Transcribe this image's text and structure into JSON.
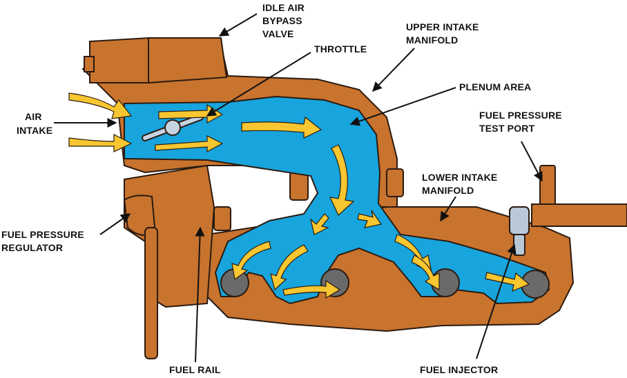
{
  "colors": {
    "manifold": "#c8732e",
    "manifold_dark": "#9a4f1a",
    "outline": "#2a1a10",
    "air_channel": "#18a4dc",
    "airflow_arrow": "#f8c630",
    "port": "#6a6a6a",
    "injector": "#b9c9d8",
    "label_text": "#111111"
  },
  "labels": {
    "idle_air_bypass_valve": [
      "IDLE AIR",
      "BYPASS",
      "VALVE"
    ],
    "throttle": [
      "THROTTLE"
    ],
    "upper_intake_manifold": [
      "UPPER INTAKE",
      "MANIFOLD"
    ],
    "plenum_area": [
      "PLENUM AREA"
    ],
    "air_intake": [
      "AIR",
      "INTAKE"
    ],
    "fuel_pressure_test_port": [
      "FUEL PRESSURE",
      "TEST PORT"
    ],
    "lower_intake_manifold": [
      "LOWER INTAKE",
      "MANIFOLD"
    ],
    "fuel_pressure_regulator": [
      "FUEL PRESSURE",
      "REGULATOR"
    ],
    "fuel_rail": [
      "FUEL RAIL"
    ],
    "fuel_injector": [
      "FUEL INJECTOR"
    ]
  }
}
